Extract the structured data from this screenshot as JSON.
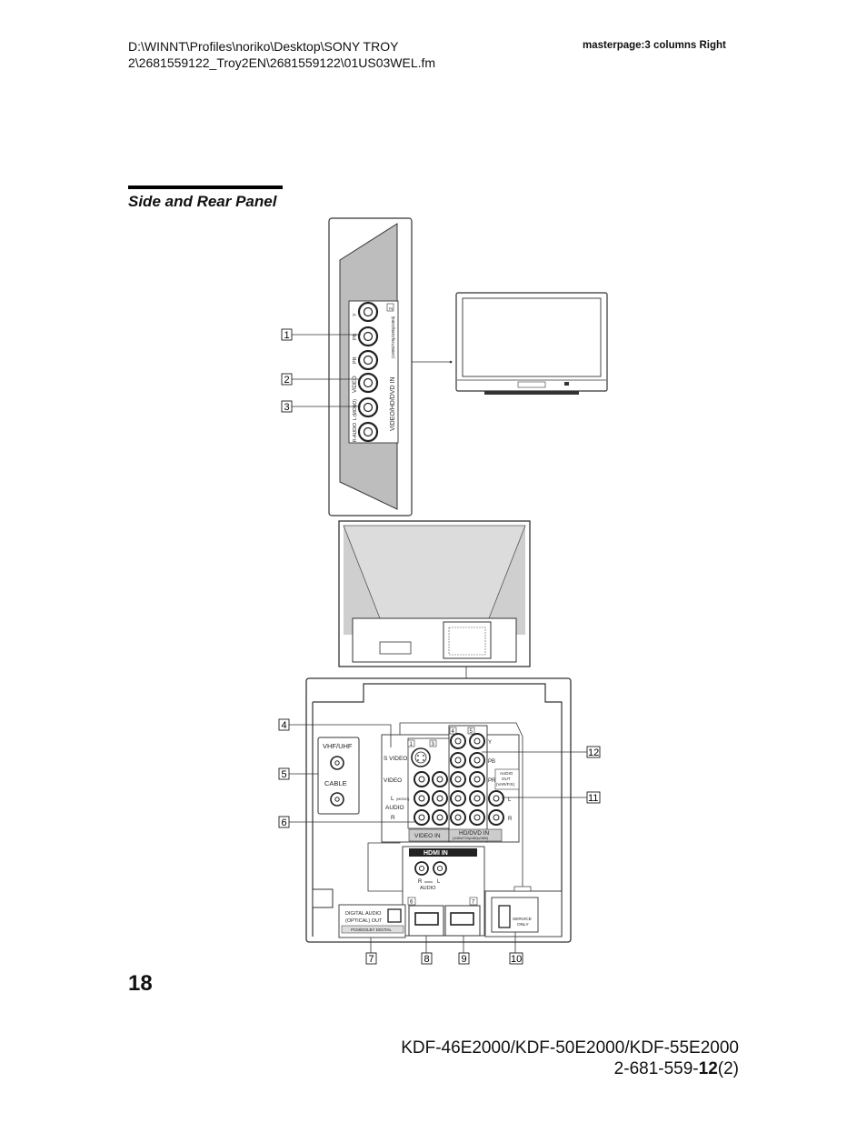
{
  "header": {
    "path_line1": "D:\\WINNT\\Profiles\\noriko\\Desktop\\SONY TROY",
    "path_line2": "2\\2681559122_Troy2EN\\2681559122\\01US03WEL.fm",
    "masterpage": "masterpage:3 columns Right"
  },
  "section_title": "Side and Rear Panel",
  "page_number": "18",
  "footer": {
    "models": "KDF-46E2000/KDF-50E2000/KDF-55E2000",
    "part_prefix": "2-681-559-",
    "part_bold": "12",
    "part_suffix": "(2)"
  },
  "callouts": [
    "1",
    "2",
    "3",
    "4",
    "5",
    "6",
    "7",
    "8",
    "9",
    "10",
    "11",
    "12"
  ],
  "side_panel": {
    "jack_labels": [
      "Y",
      "PB",
      "PR",
      "VIDEO",
      "L (MONO)",
      "R-AUDIO"
    ],
    "in_label": "VIDEO/HD/DVD IN",
    "resolution": "(1080i/720p/480p/480i)",
    "input_num": "2"
  },
  "rear_panel": {
    "antenna": [
      "VHF/UHF",
      "CABLE"
    ],
    "svideo": "S VIDEO",
    "video": "VIDEO",
    "audio_l": "L",
    "audio_mono": "(MONO)",
    "audio": "AUDIO",
    "audio_r": "R",
    "video_in": "VIDEO IN",
    "hd_dvd_in": "HD/DVD IN",
    "hd_resolution": "(1080i/720p/480p/480i)",
    "component": [
      "Y",
      "PB",
      "PR"
    ],
    "audio_out": [
      "AUDIO",
      "OUT",
      "(VAR/FIX)"
    ],
    "audio_out_lr": [
      "L",
      "R"
    ],
    "input_nums": [
      "1",
      "3",
      "4",
      "5",
      "6",
      "7"
    ],
    "hdmi": "HDMI IN",
    "hdmi_audio": "AUDIO",
    "hdmi_rl": [
      "R",
      "L"
    ],
    "digital_audio": [
      "DIGITAL  AUDIO",
      "(OPTICAL)  OUT",
      "PCM/DOLBY  DIGITAL"
    ],
    "service": [
      "SERVICE",
      "ONLY"
    ]
  }
}
